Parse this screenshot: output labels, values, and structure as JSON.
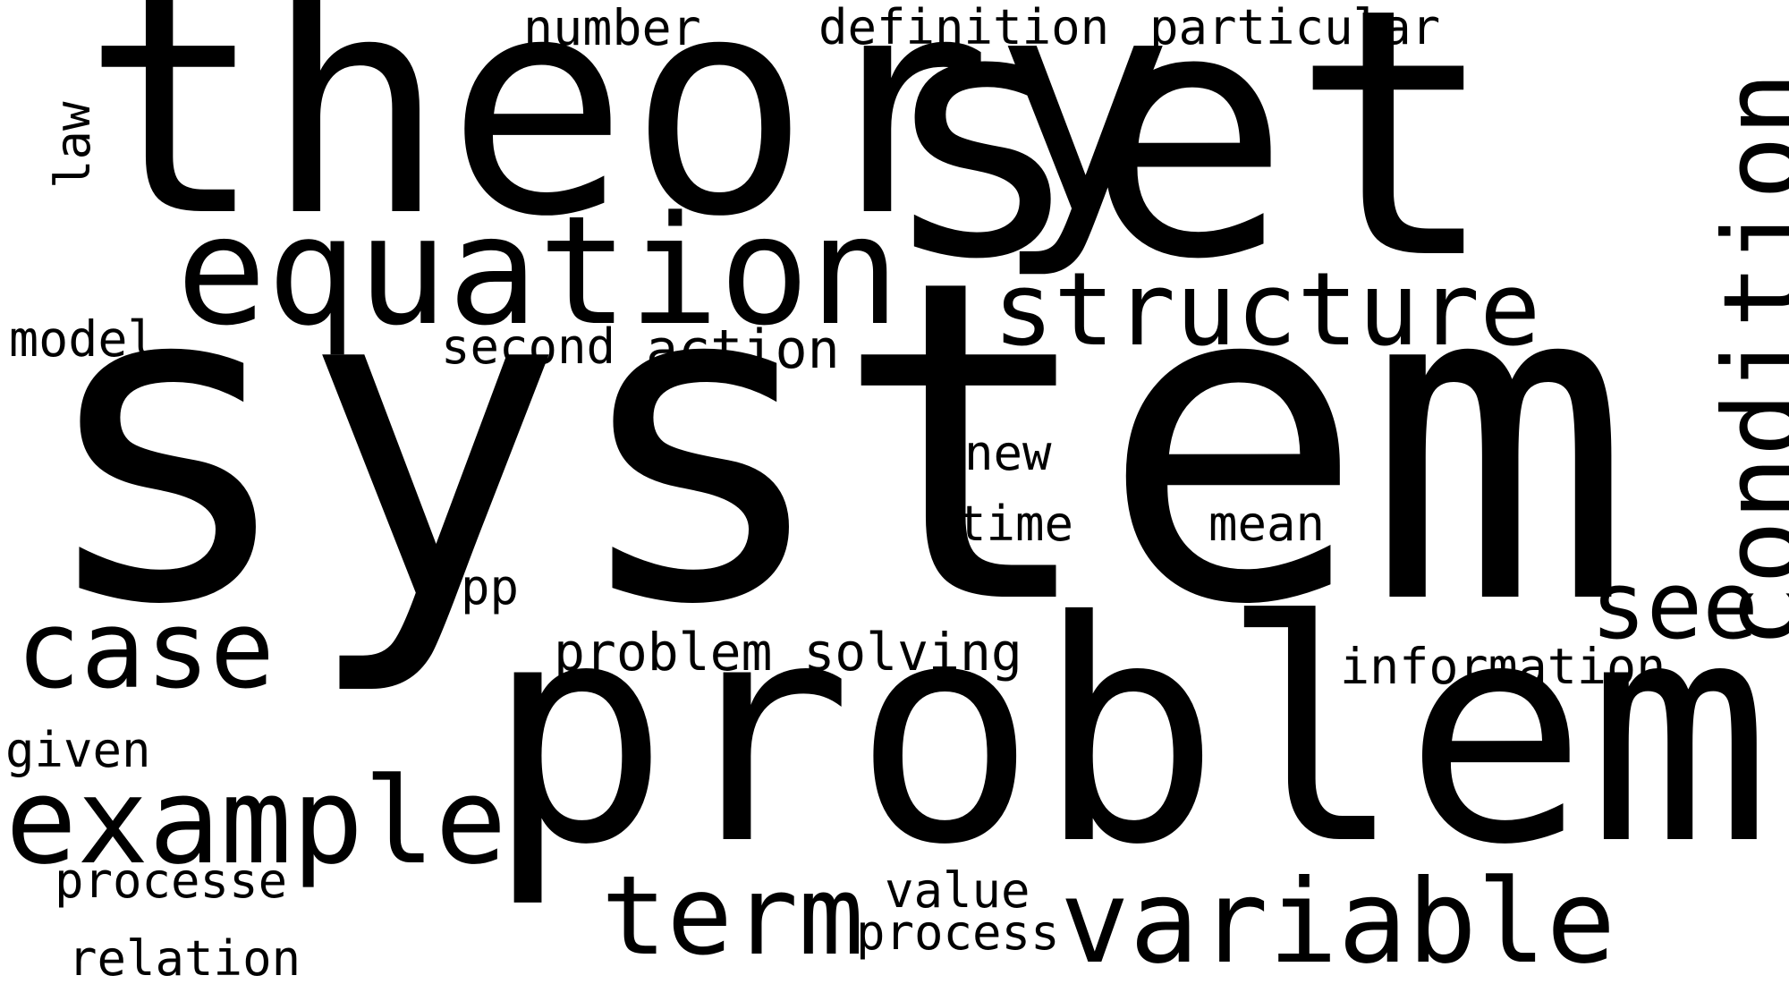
{
  "background_color": "#ffffff",
  "text_color": "#000000",
  "words": {
    "system": "system",
    "problem": "problem",
    "theory": "theory",
    "set": "set",
    "equation": "equation",
    "structure": "structure",
    "condition": "condition",
    "example": "example",
    "variable": "variable",
    "case": "case",
    "term": "term",
    "see": "see",
    "number": "number",
    "definition": "definition",
    "particular": "particular",
    "law": "law",
    "model": "model",
    "second": "second",
    "action": "action",
    "new": "new",
    "time": "time",
    "mean": "mean",
    "pp": "pp",
    "problem_solving": "problem solving",
    "information": "information",
    "given": "given",
    "processe": "processe",
    "value": "value",
    "process": "process",
    "relation": "relation"
  }
}
